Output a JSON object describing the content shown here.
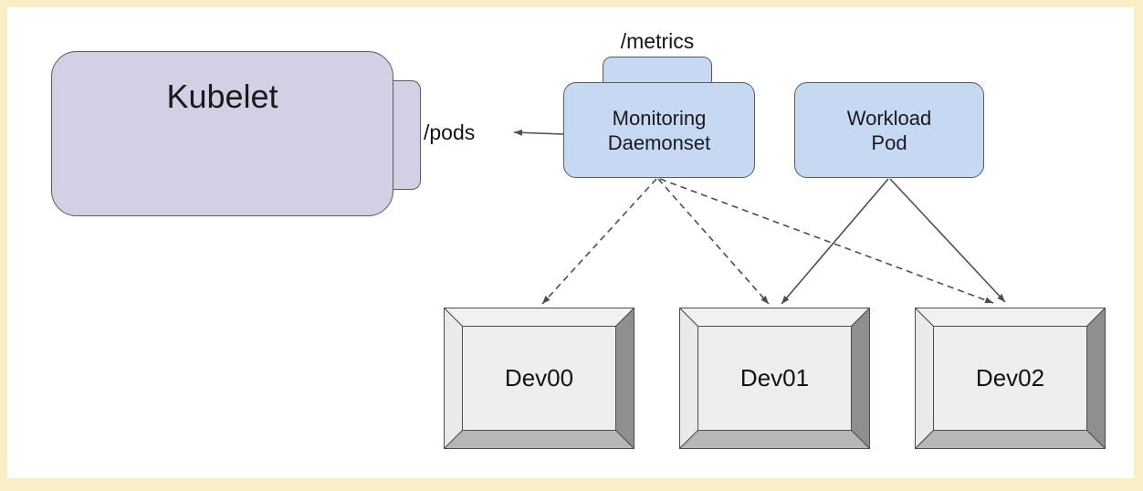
{
  "diagram": {
    "nodes": {
      "kubelet": {
        "label": "Kubelet",
        "endpoint_label": "/pods"
      },
      "monitoring_daemonset": {
        "label_line1": "Monitoring",
        "label_line2": "Daemonset",
        "endpoint_label": "/metrics"
      },
      "workload_pod": {
        "label_line1": "Workload",
        "label_line2": "Pod"
      },
      "devices": [
        {
          "label": "Dev00"
        },
        {
          "label": "Dev01"
        },
        {
          "label": "Dev02"
        }
      ]
    },
    "edges": [
      {
        "from": "monitoring-daemonset",
        "to": "kubelet-pods-endpoint",
        "style": "solid"
      },
      {
        "from": "monitoring-daemonset",
        "to": "dev00",
        "style": "dashed"
      },
      {
        "from": "monitoring-daemonset",
        "to": "dev01",
        "style": "dashed"
      },
      {
        "from": "monitoring-daemonset",
        "to": "dev02",
        "style": "dashed"
      },
      {
        "from": "workload-pod",
        "to": "dev01",
        "style": "solid"
      },
      {
        "from": "workload-pod",
        "to": "dev02",
        "style": "solid"
      }
    ],
    "colors": {
      "frame": "#faeec6",
      "kubelet_fill": "#d5cfe6",
      "pod_fill": "#c7d8f3",
      "node_border": "#5a5a5a",
      "line": "#4d4d4d",
      "device_face": "#efeeec",
      "device_bevel_top": "#f2f1ef",
      "device_bevel_left": "#ebeae8",
      "device_bevel_right": "#8f8f8f",
      "device_bevel_bottom": "#b7b7b5"
    }
  }
}
